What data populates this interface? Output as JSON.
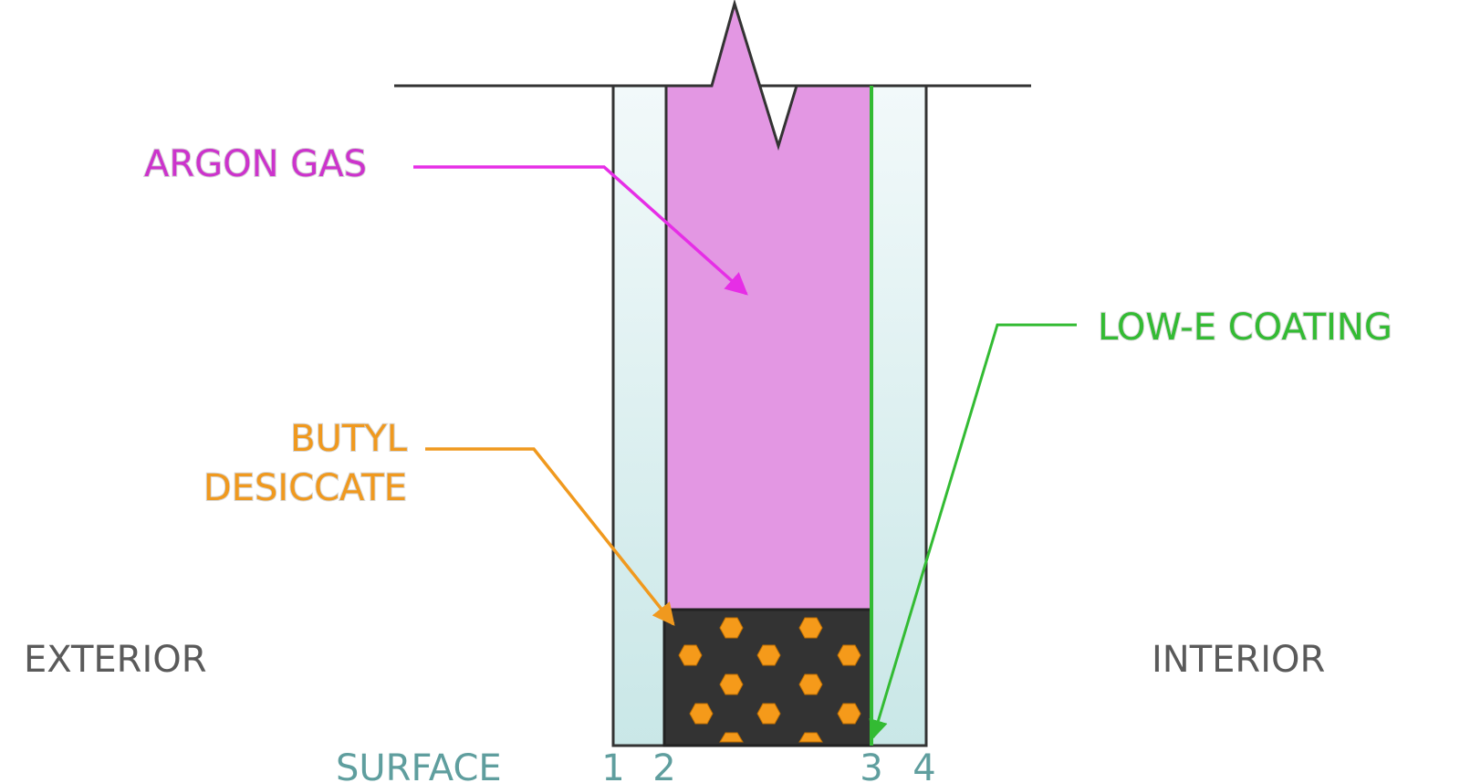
{
  "labels": {
    "argon_gas": "ARGON GAS",
    "low_e_coating": "LOW-E COATING",
    "butyl_line1": "BUTYL",
    "butyl_line2": "DESICCATE",
    "exterior": "EXTERIOR",
    "interior": "INTERIOR",
    "surface": "SURFACE",
    "surface_1": "1",
    "surface_2": "2",
    "surface_3": "3",
    "surface_4": "4"
  },
  "colors": {
    "argon": "#e397e3",
    "argon_text": "#cc33cc",
    "argon_arrow": "#e62ee6",
    "butyl_fill": "#333333",
    "butyl_text": "#f0991e",
    "desiccant": "#f59a1a",
    "low_e": "#33bb33",
    "glass": "#dff0f0",
    "frame": "#333333",
    "exterior_text": "#5a5a5a",
    "surface_text": "#5f9e9e"
  }
}
